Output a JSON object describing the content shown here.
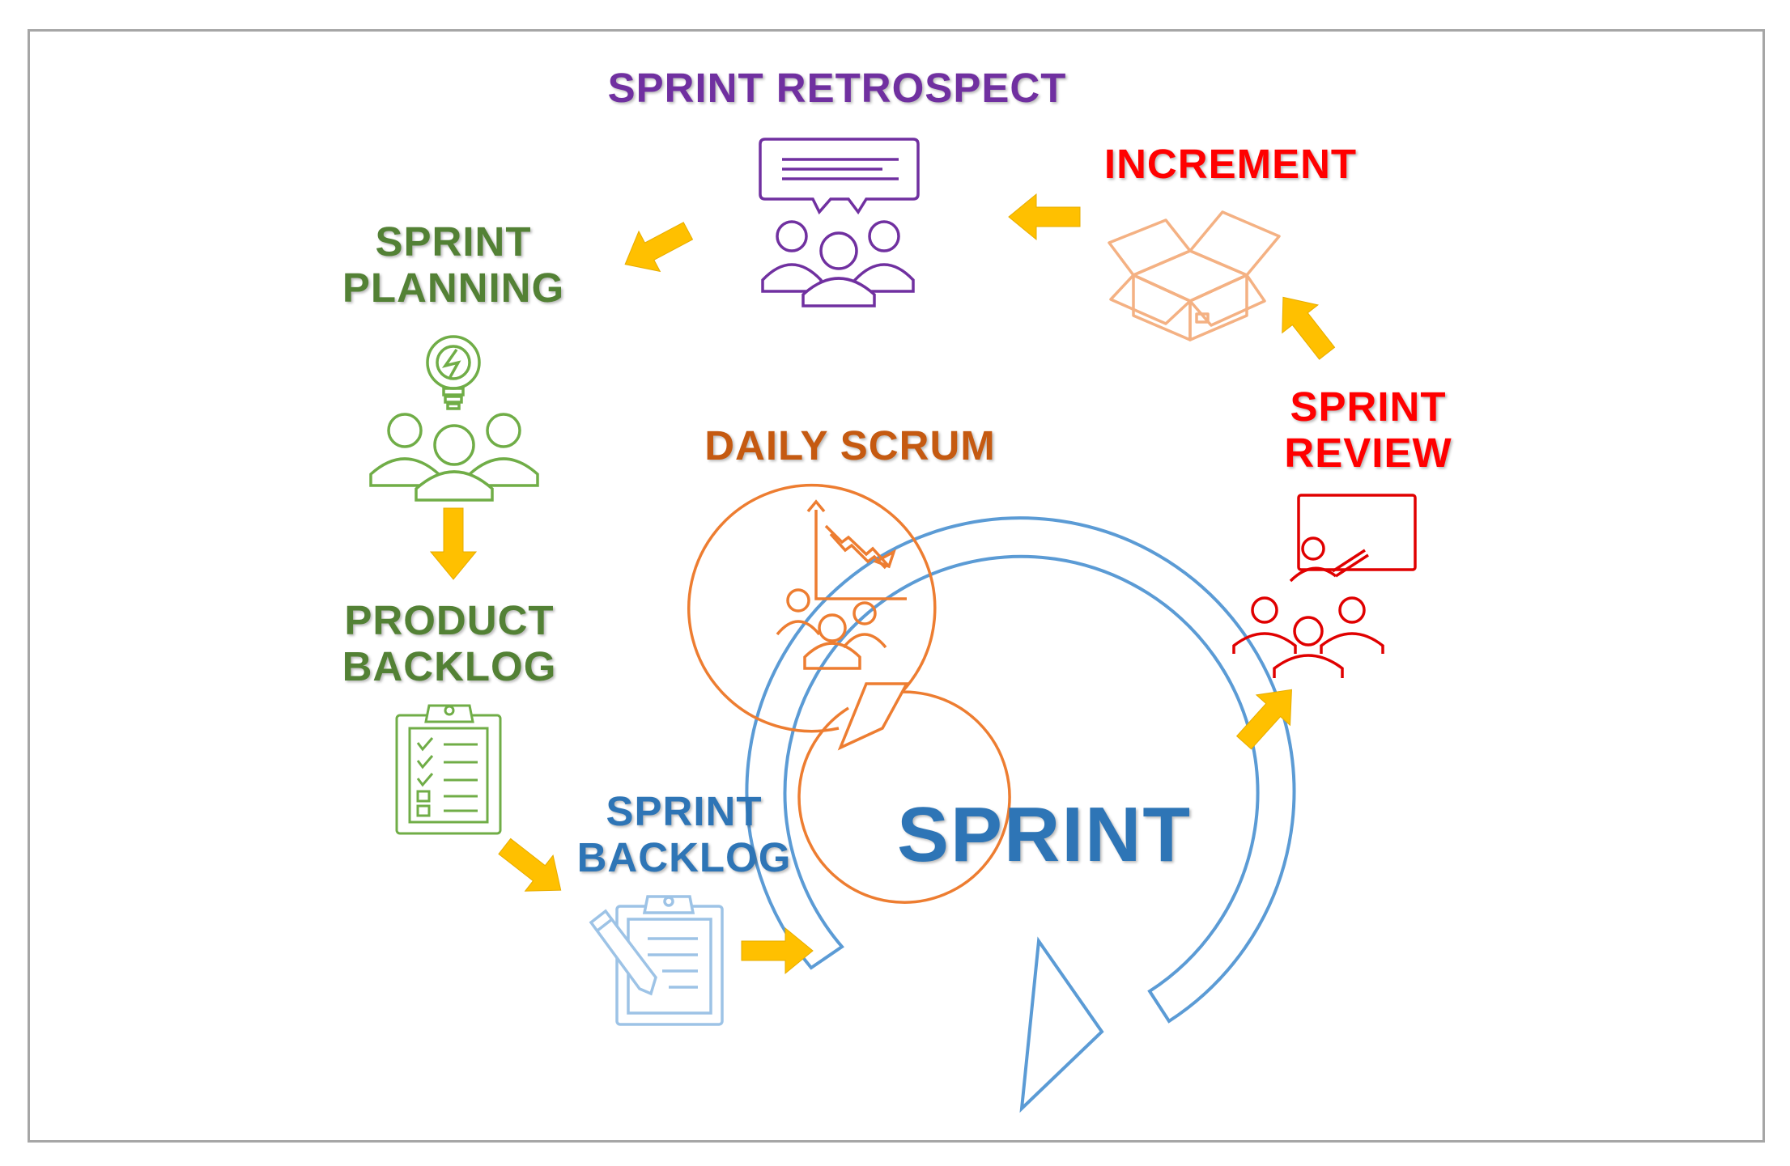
{
  "colors": {
    "retrospect": "#7030a0",
    "increment": "#ff0000",
    "planning": "#538135",
    "planning_icon": "#70ad47",
    "daily": "#c55a11",
    "daily_icon": "#ed7d31",
    "increment_icon": "#f4b183",
    "review": "#ff0000",
    "review_icon": "#e00000",
    "sprint": "#2e75b6",
    "sprint_ring": "#5b9bd5",
    "arrow": "#ffc000"
  },
  "icons": {
    "retrospect": "meeting-feedback-icon",
    "increment": "open-box-icon",
    "planning": "lightbulb-team-icon",
    "product_backlog": "checklist-clipboard-icon",
    "sprint_backlog": "clipboard-pencil-icon",
    "daily_scrum": "chart-team-cycle-icon",
    "sprint_review": "presentation-team-icon",
    "sprint": "circular-arrow-icon"
  },
  "labels": {
    "retrospect": "SPRINT RETROSPECT",
    "increment": "INCREMENT",
    "planning_1": "SPRINT",
    "planning_2": "PLANNING",
    "product_1": "PRODUCT",
    "product_2": "BACKLOG",
    "sprint_backlog_1": "SPRINT",
    "sprint_backlog_2": "BACKLOG",
    "daily": "DAILY SCRUM",
    "review_1": "SPRINT",
    "review_2": "REVIEW",
    "sprint": "SPRINT"
  }
}
